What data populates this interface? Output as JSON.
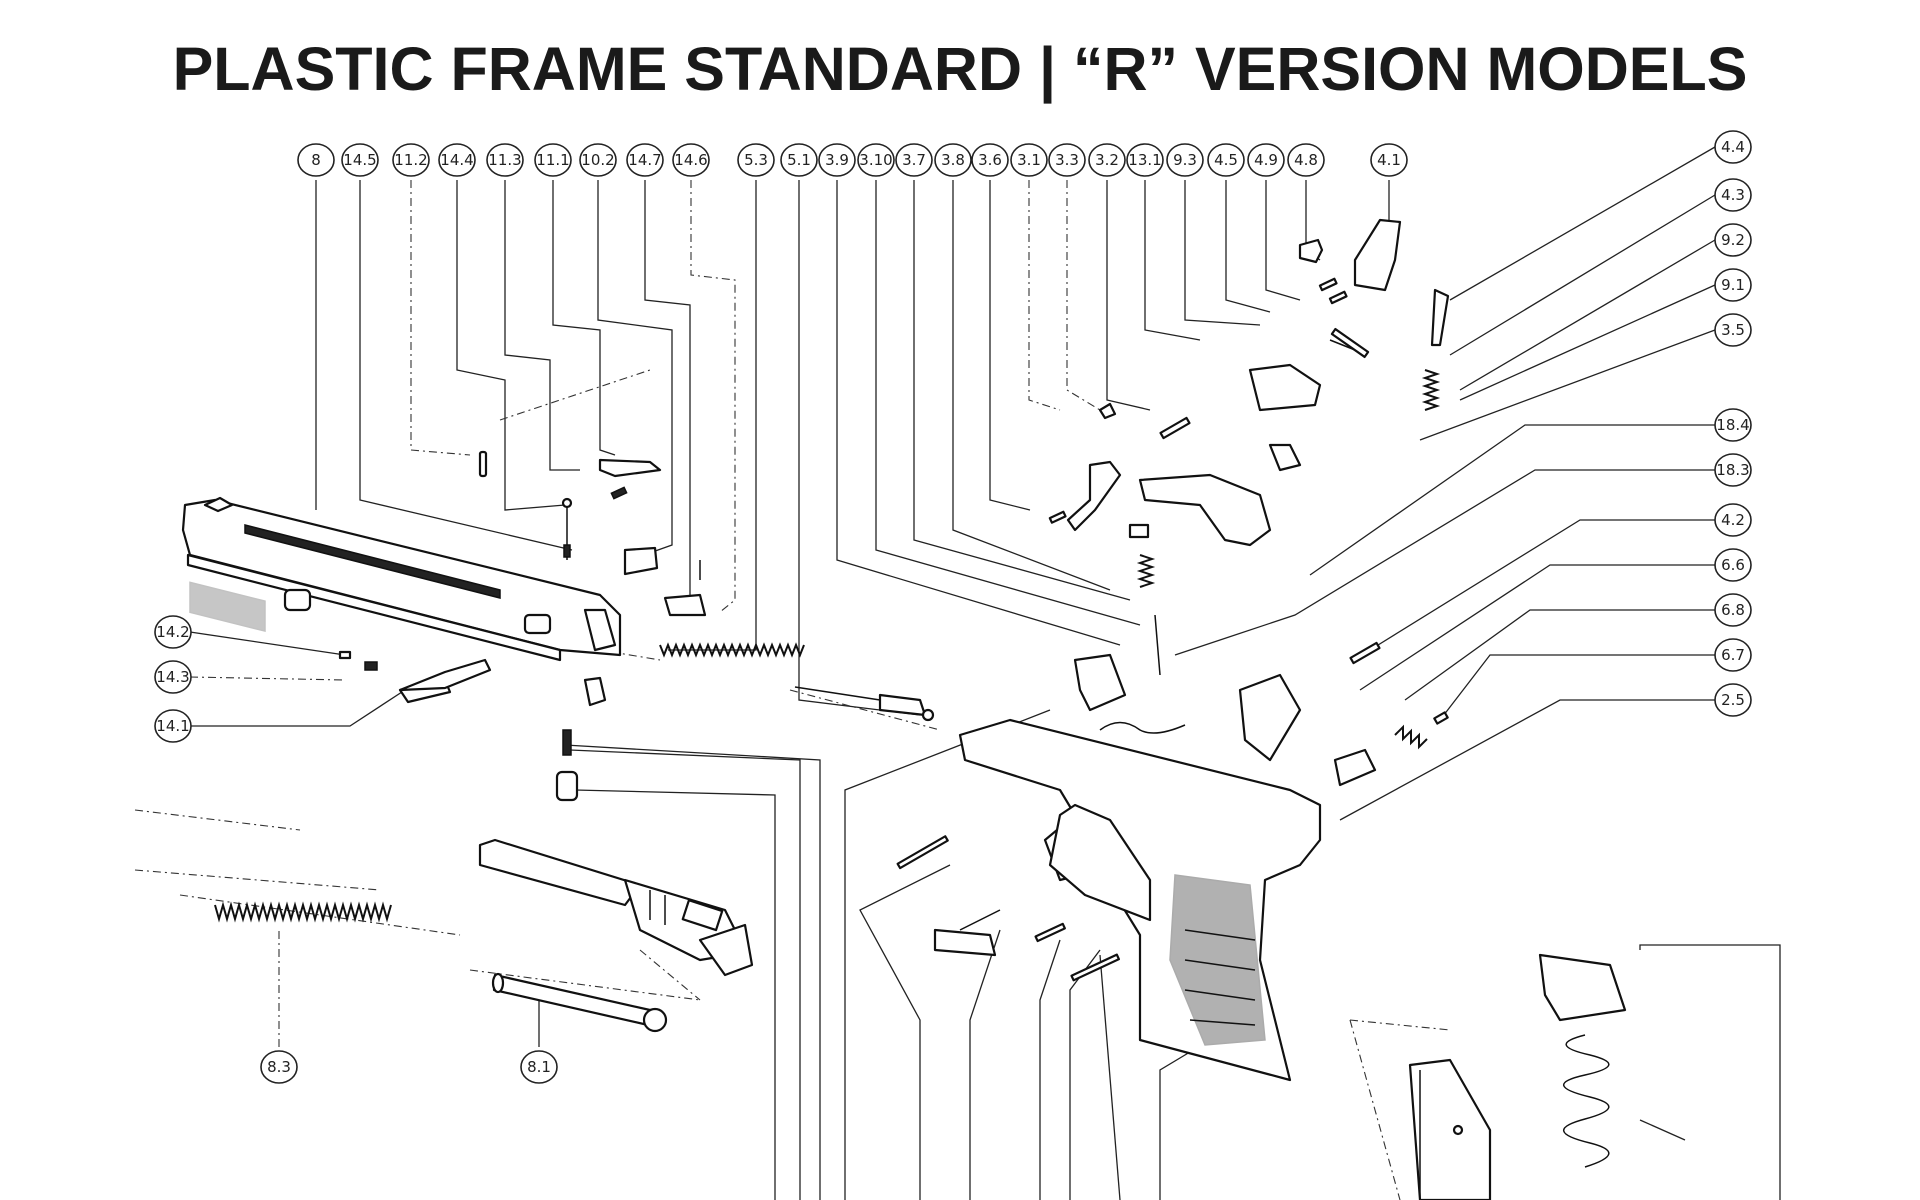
{
  "title": "PLASTIC FRAME STANDARD | “R” VERSION MODELS",
  "callouts": {
    "top": [
      "8",
      "14.5",
      "11.2",
      "14.4",
      "11.3",
      "11.1",
      "10.2",
      "14.7",
      "14.6",
      "5.3",
      "5.1",
      "3.9",
      "3.10",
      "3.7",
      "3.8",
      "3.6",
      "3.1",
      "3.3",
      "3.2",
      "13.1",
      "9.3",
      "4.5",
      "4.9",
      "4.8",
      "4.1"
    ],
    "right": [
      "4.4",
      "4.3",
      "9.2",
      "9.1",
      "3.5",
      "18.4",
      "18.3",
      "4.2",
      "6.6",
      "6.8",
      "6.7",
      "2.5"
    ],
    "left": [
      "14.2",
      "14.3",
      "14.1"
    ],
    "bottom": [
      "8.3",
      "8.1"
    ]
  },
  "colors": {
    "ink": "#111111",
    "background": "#ffffff"
  }
}
